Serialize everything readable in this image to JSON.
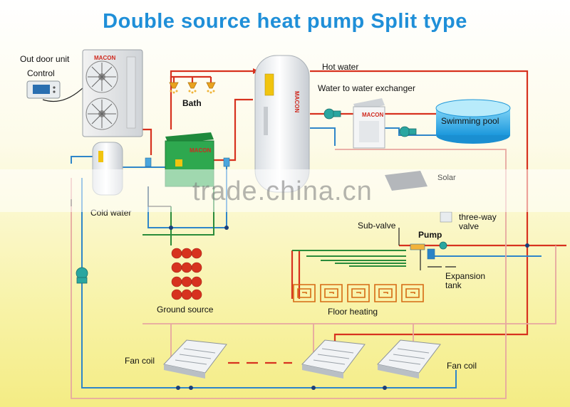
{
  "title": "Double source heat pump Split type",
  "labels": {
    "outdoor_unit": "Out door unit",
    "control": "Control",
    "bath": "Bath",
    "hot_water": "Hot water",
    "water_to_water_exchanger": "Water to water exchanger",
    "swimming_pool": "Swimming pool",
    "cold_water": "Cold water",
    "ground_source": "Ground source",
    "sub_valve": "Sub-valve",
    "pump": "Pump",
    "three_way_valve_line1": "three-way",
    "three_way_valve_line2": "valve",
    "expansion_tank_line1": "Expansion",
    "expansion_tank_line2": "tank",
    "floor_heating": "Floor heating",
    "fan_coil_left": "Fan coil",
    "fan_coil_right": "Fan coil",
    "solar_partial": "Solar"
  },
  "brand": "MACON",
  "watermark": "trade.china.cn",
  "colors": {
    "title": "#1f8fd8",
    "hot_pipe": "#d7321f",
    "cold_pipe": "#2f86c9",
    "return_pipe": "#e7a7a0",
    "ground_pipe": "#2a8b3a",
    "unit_green": "#2ea84f",
    "swimming_pool": "#3bb0ea"
  }
}
